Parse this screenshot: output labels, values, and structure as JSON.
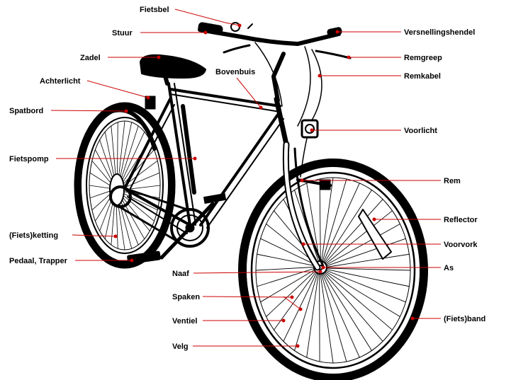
{
  "colors": {
    "leader": "#cc0000",
    "ink": "#000000",
    "background": "#ffffff"
  },
  "labels": {
    "fietsbel": "Fietsbel",
    "stuur": "Stuur",
    "zadel": "Zadel",
    "achterlicht": "Achterlicht",
    "bovenbuis": "Bovenbuis",
    "spatbord": "Spatbord",
    "fietspomp": "Fietspomp",
    "fietsketting": "(Fiets)ketting",
    "pedaal": "Pedaal, Trapper",
    "naaf": "Naaf",
    "spaken": "Spaken",
    "ventiel": "Ventiel",
    "velg": "Velg",
    "versnellingshendel": "Versnellingshendel",
    "remgreep": "Remgreep",
    "remkabel": "Remkabel",
    "voorlicht": "Voorlicht",
    "rem": "Rem",
    "reflector": "Reflector",
    "voorvork": "Voorvork",
    "as": "As",
    "fietsband": "(Fiets)band"
  }
}
